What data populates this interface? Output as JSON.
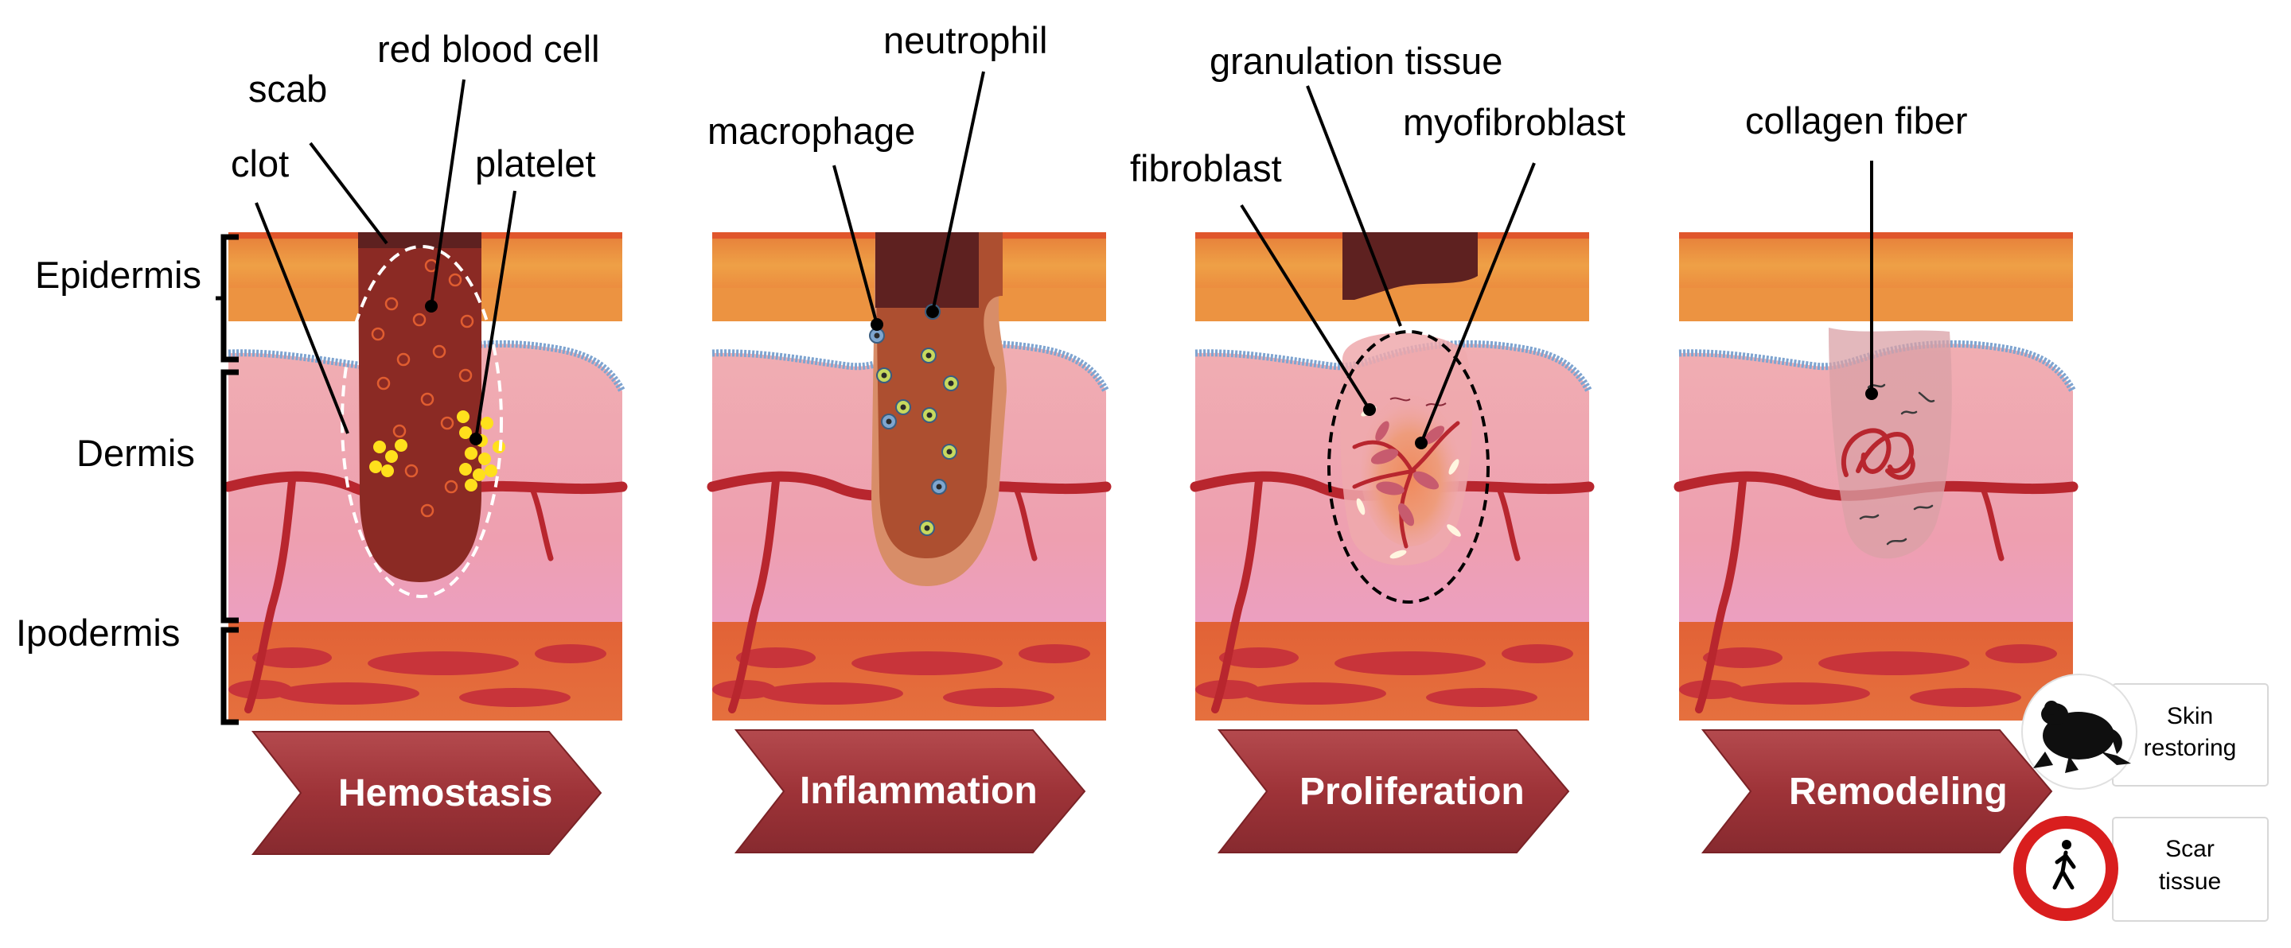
{
  "layers": {
    "epidermis": "Epidermis",
    "dermis": "Dermis",
    "ipodermis": "Ipodermis"
  },
  "stages": {
    "hemostasis": "Hemostasis",
    "inflammation": "Inflammation",
    "proliferation": "Proliferation",
    "remodeling": "Remodeling"
  },
  "labels": {
    "scab": "scab",
    "red_blood_cell": "red blood cell",
    "clot": "clot",
    "platelet": "platelet",
    "macrophage": "macrophage",
    "neutrophil": "neutrophil",
    "granulation_tissue": "granulation tissue",
    "myofibroblast": "myofibroblast",
    "fibroblast": "fibroblast",
    "collagen_fiber": "collagen fiber"
  },
  "outcomes": {
    "skin_restoring": [
      "Skin",
      "restoring"
    ],
    "scar_tissue": [
      "Scar",
      "tissue"
    ]
  },
  "icons": {
    "skin_restoring": "frog-icon",
    "scar_tissue": "pedestrian-icon"
  },
  "colors": {
    "epidermis_top": "#e36030",
    "epidermis": "#eb9441",
    "dermis": "#eea8ae",
    "ipodermis": "#e06038",
    "vessel": "#b8262e",
    "clot": "#8b2a24",
    "scab": "#5e2120",
    "platelet": "#ffe01c",
    "arrow": "#a1383d",
    "membrane": "#7fa4d0",
    "no_entry_red": "#d91e1e"
  }
}
